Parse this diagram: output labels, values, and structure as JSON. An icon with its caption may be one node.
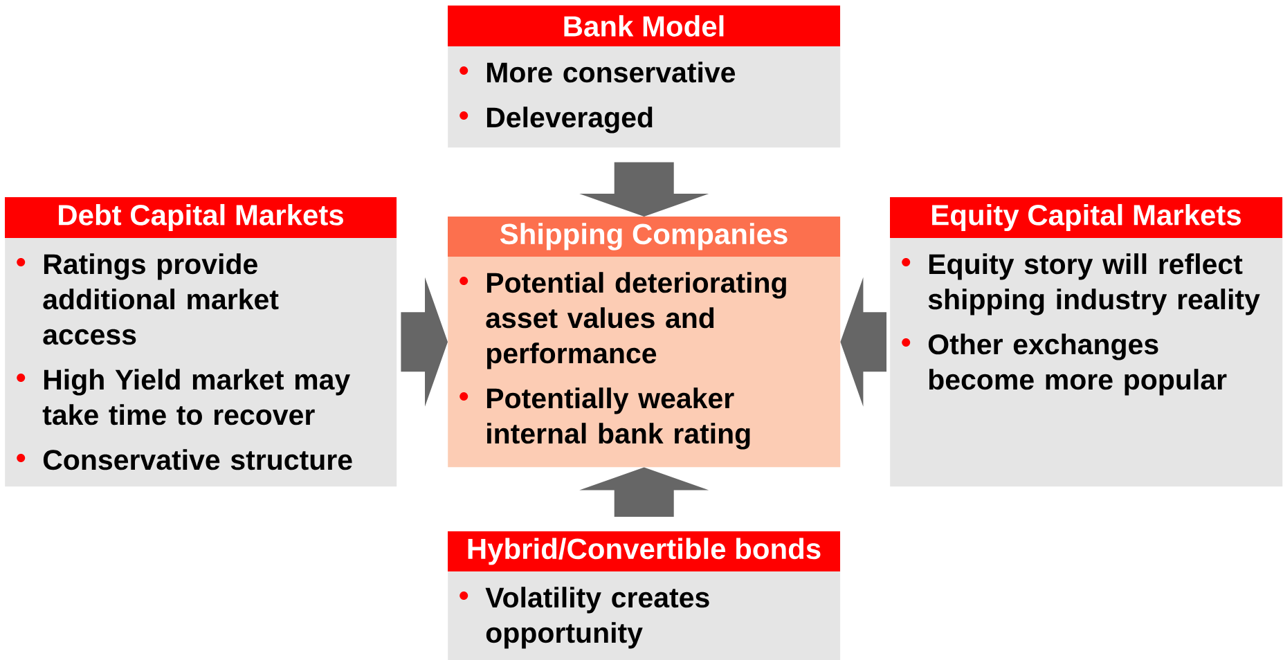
{
  "diagram": {
    "nodes": [
      {
        "text": [
          "Bank Model",
          "More conservative",
          "Deleveraged"
        ]
      },
      {
        "text": [
          "Debt Capital Markets",
          "Ratings provide additional market access",
          "High Yield market may take time to recover",
          "Conservative structure"
        ]
      },
      {
        "text": [
          "Shipping Companies",
          "Potential deteriorating asset values and performance",
          "Potentially weaker internal bank rating"
        ]
      },
      {
        "text": [
          "Equity Capital Markets",
          "Equity story will reflect shipping industry reality",
          "Other exchanges become more popular"
        ]
      },
      {
        "text": [
          "Hybrid/Convertible bonds",
          "Volatility creates opportunity"
        ]
      }
    ],
    "edges": [
      {
        "from": 0,
        "to": 2,
        "arrow": "to"
      },
      {
        "from": 1,
        "to": 2,
        "arrow": "to"
      },
      {
        "from": 3,
        "to": 2,
        "arrow": "to"
      },
      {
        "from": 4,
        "to": 2,
        "arrow": "to"
      }
    ]
  }
}
